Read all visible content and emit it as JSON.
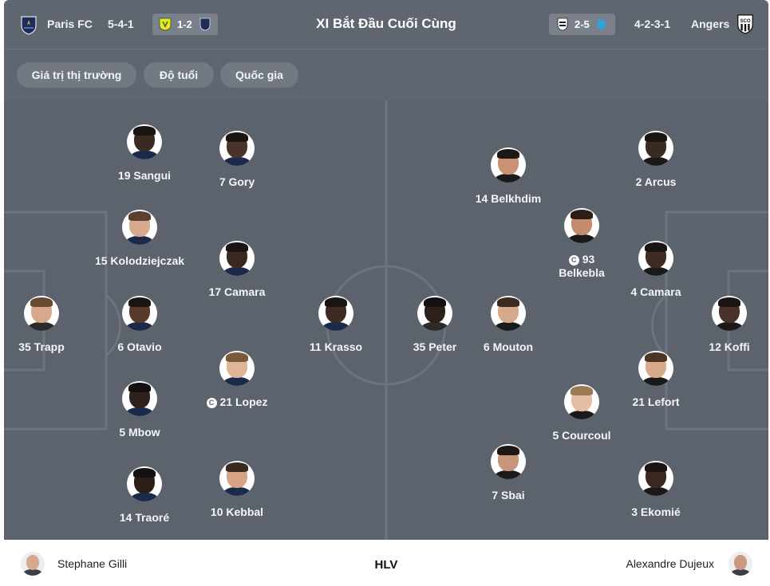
{
  "header": {
    "home_team": "Paris FC",
    "home_formation": "5-4-1",
    "home_last_result": "1-2",
    "title": "XI Bắt Đầu Cuối Cùng",
    "away_last_result": "2-5",
    "away_formation": "4-2-3-1",
    "away_team": "Angers"
  },
  "filters": [
    "Giá trị thị trường",
    "Độ tuổi",
    "Quốc gia"
  ],
  "home_players": [
    {
      "label": "19 Sangui",
      "skin": "#3b2a22",
      "hair": "#1a1412",
      "kit": "#1b2a4a"
    },
    {
      "label": "7 Gory",
      "skin": "#4a3328",
      "hair": "#1b1513",
      "kit": "#1b2a4a"
    },
    {
      "label": "15 Kolodziejczak",
      "skin": "#d8a98c",
      "hair": "#5a4030",
      "kit": "#1b2a4a"
    },
    {
      "label": "17 Camara",
      "skin": "#3a281f",
      "hair": "#1a1412",
      "kit": "#1b2a4a"
    },
    {
      "label": "35 Trapp",
      "skin": "#d9a88a",
      "hair": "#6b4a32",
      "kit": "#2a2a2a"
    },
    {
      "label": "6 Otavio",
      "skin": "#5a3a2a",
      "hair": "#1a1412",
      "kit": "#1b2a4a"
    },
    {
      "label": "11 Krasso",
      "skin": "#3d2a21",
      "hair": "#1a1412",
      "kit": "#1b2a4a"
    },
    {
      "label": "21 Lopez",
      "skin": "#e0b498",
      "hair": "#7a5a3a",
      "kit": "#1b2a4a"
    },
    {
      "label": "5 Mbow",
      "skin": "#2e211b",
      "hair": "#151010",
      "kit": "#1b2a4a"
    },
    {
      "label": "14 Traoré",
      "skin": "#2c1f19",
      "hair": "#151010",
      "kit": "#1b2a4a"
    },
    {
      "label": "10 Kebbal",
      "skin": "#d6a386",
      "hair": "#3a2a20",
      "kit": "#1b2a4a"
    }
  ],
  "away_players": [
    {
      "label": "14 Belkhdim",
      "skin": "#c99274",
      "hair": "#1f1713",
      "kit": "#1a1a1a"
    },
    {
      "label": "2 Arcus",
      "skin": "#3a2a22",
      "hair": "#1a1412",
      "kit": "#1a1a1a"
    },
    {
      "label": "93",
      "label2": "Belkebla",
      "skin": "#c48c6c",
      "hair": "#2a1e18",
      "kit": "#1a1a1a"
    },
    {
      "label": "4 Camara",
      "skin": "#3f2b22",
      "hair": "#1a1412",
      "kit": "#1a1a1a"
    },
    {
      "label": "35 Peter",
      "skin": "#2d201a",
      "hair": "#151010",
      "kit": "#2a2a2a"
    },
    {
      "label": "6 Mouton",
      "skin": "#d7a88b",
      "hair": "#3b2b20",
      "kit": "#1a1a1a"
    },
    {
      "label": "12 Koffi",
      "skin": "#4a3228",
      "hair": "#1a1412",
      "kit": "#1a1a1a"
    },
    {
      "label": "21 Lefort",
      "skin": "#d9a98b",
      "hair": "#4a3526",
      "kit": "#1a1a1a"
    },
    {
      "label": "5 Courcoul",
      "skin": "#e4bda2",
      "hair": "#9a7a55",
      "kit": "#1a1a1a"
    },
    {
      "label": "7 Sbai",
      "skin": "#c8957a",
      "hair": "#1f1713",
      "kit": "#1a1a1a"
    },
    {
      "label": "3 Ekomié",
      "skin": "#3a281f",
      "hair": "#1a1412",
      "kit": "#1a1a1a"
    }
  ],
  "coach": {
    "home_name": "Stephane Gilli",
    "label": "HLV",
    "away_name": "Alexandre Dujeux"
  },
  "colors": {
    "pitch": "#5c636d",
    "header": "#5f6670",
    "lines": "#6d747e",
    "paris_crest": "#1e2d57",
    "nantes_yellow": "#f5e21b",
    "marseille_blue": "#2fa3dc"
  }
}
